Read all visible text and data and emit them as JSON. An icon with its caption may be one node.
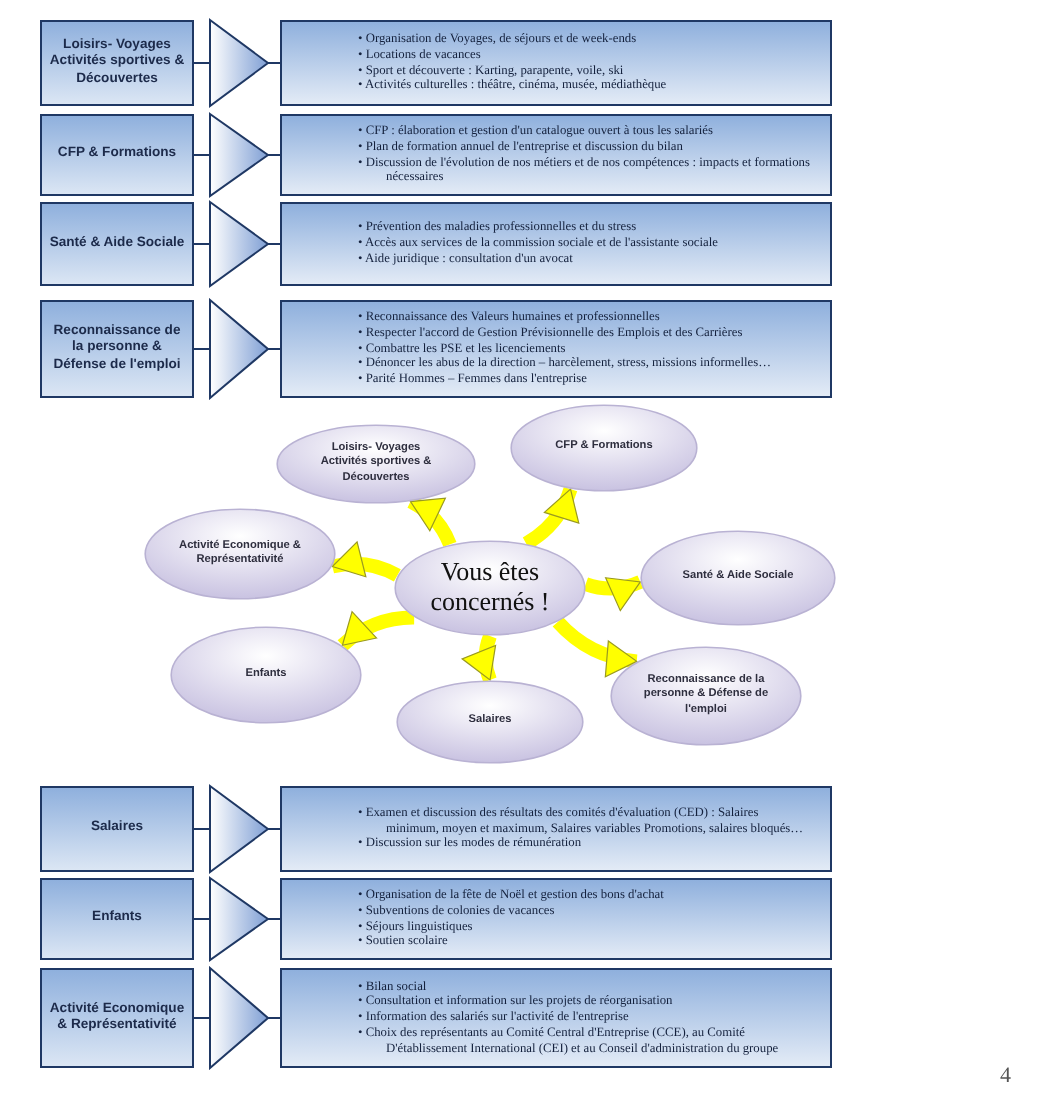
{
  "diagram": {
    "nodes": [
      {
        "text": [
          "Loisirs- Voyages Activités sportives & Découvertes"
        ]
      },
      {
        "text": [
          "• Organisation de Voyages, de séjours et de week-ends",
          "• Locations de vacances",
          "• Sport et découverte : Karting, parapente, voile, ski",
          "• Activités culturelles : théâtre, cinéma, musée, médiathèque"
        ]
      },
      {
        "text": [
          "CFP & Formations"
        ]
      },
      {
        "text": [
          "• CFP : élaboration et gestion d'un catalogue ouvert à tous les salariés",
          "• Plan de formation annuel de l'entreprise et discussion du bilan",
          "• Discussion de l'évolution de nos métiers et de nos compétences : impacts et formations nécessaires"
        ]
      },
      {
        "text": [
          "Santé & Aide Sociale"
        ]
      },
      {
        "text": [
          "• Prévention des maladies professionnelles et du stress",
          "• Accès aux services de la commission sociale et de l'assistante sociale",
          "• Aide juridique : consultation d'un avocat"
        ]
      },
      {
        "text": [
          "Reconnaissance de la personne & Défense de l'emploi"
        ]
      },
      {
        "text": [
          "• Reconnaissance des Valeurs humaines et professionnelles",
          "• Respecter l'accord de Gestion Prévisionnelle des Emplois et des Carrières",
          "• Combattre les PSE et les licenciements",
          "• Dénoncer les abus de la direction – harcèlement, stress, missions informelles…",
          "• Parité Hommes – Femmes dans l'entreprise"
        ]
      },
      {
        "text": [
          "Loisirs- Voyages Activités sportives & Découvertes"
        ]
      },
      {
        "text": [
          "CFP & Formations"
        ]
      },
      {
        "text": [
          "Activité Economique & Représentativité"
        ]
      },
      {
        "text": [
          "Vous êtes concernés !"
        ]
      },
      {
        "text": [
          "Santé & Aide Sociale"
        ]
      },
      {
        "text": [
          "Enfants"
        ]
      },
      {
        "text": [
          "Reconnaissance de la personne & Défense de l'emploi"
        ]
      },
      {
        "text": [
          "Salaires"
        ]
      },
      {
        "text": [
          "Salaires"
        ]
      },
      {
        "text": [
          "• Examen et discussion des résultats des comités d'évaluation (CED) : Salaires minimum, moyen et maximum, Salaires variables Promotions, salaires bloqués…",
          "• Discussion sur les modes de rémunération"
        ]
      },
      {
        "text": [
          "Enfants"
        ]
      },
      {
        "text": [
          "• Organisation de la fête de Noël et gestion des bons d'achat",
          "• Subventions de colonies de vacances",
          "• Séjours linguistiques",
          "• Soutien scolaire"
        ]
      },
      {
        "text": [
          "Activité Economique & Représentativité"
        ]
      },
      {
        "text": [
          "• Bilan social",
          "• Consultation et information sur les projets de réorganisation",
          "• Information des salariés sur l'activité de l'entreprise",
          "• Choix des représentants au Comité Central d'Entreprise (CCE), au Comité D'établissement International (CEI) et au Conseil d'administration du groupe"
        ]
      }
    ],
    "edges": [
      {
        "from": 0,
        "to": 1,
        "arrow": "to"
      },
      {
        "from": 2,
        "to": 3,
        "arrow": "to"
      },
      {
        "from": 4,
        "to": 5,
        "arrow": "to"
      },
      {
        "from": 6,
        "to": 7,
        "arrow": "to"
      },
      {
        "from": 11,
        "to": 8,
        "arrow": "to",
        "style": "thick",
        "color": "#ffff00"
      },
      {
        "from": 11,
        "to": 9,
        "arrow": "to",
        "style": "thick",
        "color": "#ffff00"
      },
      {
        "from": 11,
        "to": 12,
        "arrow": "to",
        "style": "thick",
        "color": "#ffff00"
      },
      {
        "from": 11,
        "to": 14,
        "arrow": "to",
        "style": "thick",
        "color": "#ffff00"
      },
      {
        "from": 11,
        "to": 15,
        "arrow": "to",
        "style": "thick",
        "color": "#ffff00"
      },
      {
        "from": 11,
        "to": 13,
        "arrow": "to",
        "style": "thick",
        "color": "#ffff00"
      },
      {
        "from": 11,
        "to": 10,
        "arrow": "to",
        "style": "thick",
        "color": "#ffff00"
      },
      {
        "from": 16,
        "to": 17,
        "arrow": "to"
      },
      {
        "from": 18,
        "to": 19,
        "arrow": "to"
      },
      {
        "from": 20,
        "to": 21,
        "arrow": "to"
      }
    ],
    "labels": [
      "4"
    ]
  }
}
